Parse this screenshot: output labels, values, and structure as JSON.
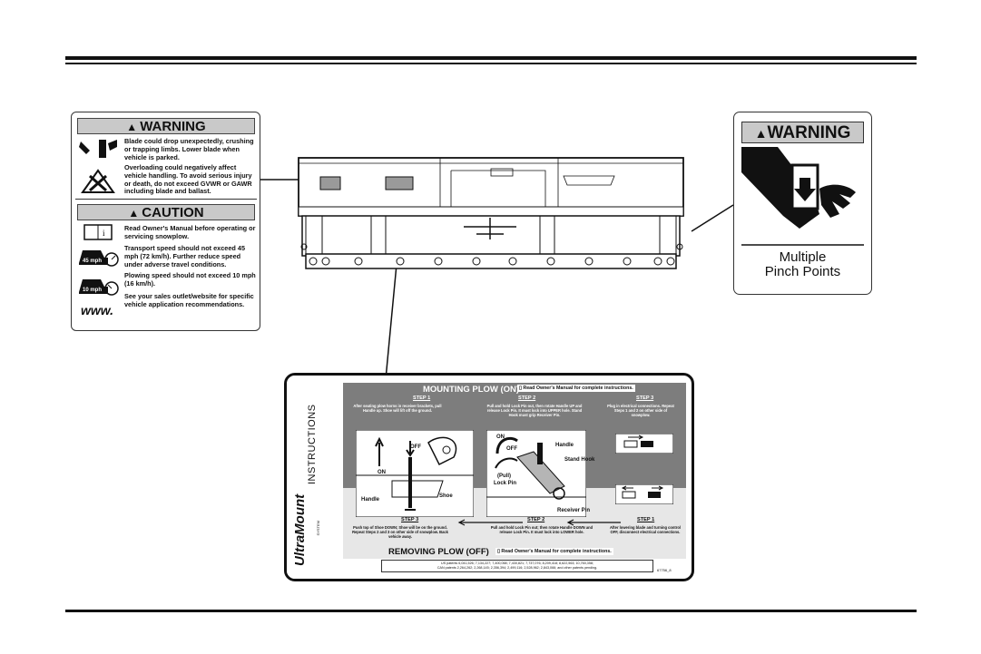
{
  "left_decal": {
    "warning_header": "WARNING",
    "warning_items": [
      "Blade could drop unexpectedly, crushing or trapping limbs. Lower blade when vehicle is parked.",
      "Overloading could negatively affect vehicle handling. To avoid serious injury or death, do not exceed GVWR or GAWR including blade and ballast."
    ],
    "caution_header": "CAUTION",
    "caution_items": [
      "Read Owner's Manual before operating or servicing snowplow.",
      "Transport speed should not exceed 45 mph (72 km/h). Further reduce speed under adverse travel conditions.",
      "Plowing speed should not exceed 10 mph (16 km/h).",
      "See your sales outlet/website for specific vehicle application recommendations."
    ],
    "speed_transport": "45 mph",
    "speed_plow": "10 mph",
    "www": "www."
  },
  "right_decal": {
    "header": "WARNING",
    "line1": "Multiple",
    "line2": "Pinch Points"
  },
  "instructions": {
    "side_title": "INSTRUCTIONS",
    "brand": "UltraMount",
    "brand_small": "SYSTEM",
    "mounting_title": "MOUNTING PLOW (ON)",
    "mounting_note": "Read Owner's Manual for complete instructions.",
    "removing_title": "REMOVING PLOW (OFF)",
    "removing_note": "Read Owner's Manual for complete instructions.",
    "on_steps": [
      {
        "label": "STEP 1",
        "text": "After seating plow horns in receiver brackets, pull Handle up. Shoe will lift off the ground."
      },
      {
        "label": "STEP 2",
        "text": "Pull and hold Lock Pin out, then rotate Handle UP and release Lock Pin. It must lock into UPPER hole. Stand Hook must grip Receiver Pin."
      },
      {
        "label": "STEP 3",
        "text": "Plug in electrical connections. Repeat Steps 1 and 2 on other side of snowplow."
      }
    ],
    "off_steps": [
      {
        "label": "STEP 3",
        "text": "Push top of Shoe DOWN; Shoe will be on the ground. Repeat Steps 2 and 3 on other side of snowplow. Back vehicle away."
      },
      {
        "label": "STEP 2",
        "text": "Pull and hold Lock Pin out; then rotate Handle DOWN and release Lock Pin. It must lock into LOWER hole."
      },
      {
        "label": "STEP 1",
        "text": "After lowering blade and turning control OFF, disconnect electrical connections."
      }
    ],
    "labels": {
      "on": "ON",
      "off": "OFF",
      "handle": "Handle",
      "shoe": "Shoe",
      "stand_hook": "Stand Hook",
      "pull": "(Pull)",
      "lock_pin": "Lock Pin",
      "receiver_pin": "Receiver Pin"
    },
    "patents_line1": "US patents 6,041,526; 7,134,227; 7,400,058; 7,430,821; 7,737,076; 8,209,418; 8,622,563; 10,760,358;",
    "patents_line2": "CAN patents 2,264,262; 2,268,145; 2,356,394; 2,499,116; 2,528,962; 2,843,066; and other patents pending.",
    "part_no": "67756_8"
  }
}
